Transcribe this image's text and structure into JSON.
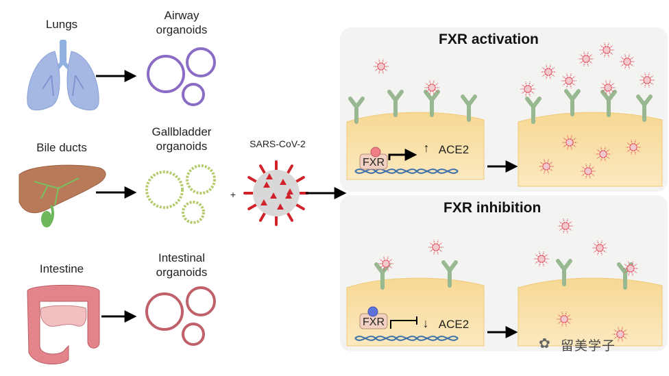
{
  "tissues": [
    {
      "label": "Lungs",
      "organoid_label": "Airway\norganoids",
      "color": "#8a6cc4"
    },
    {
      "label": "Bile ducts",
      "organoid_label": "Gallbladder\norganoids",
      "color": "#b3cb6a"
    },
    {
      "label": "Intestine",
      "organoid_label": "Intestinal\norganoids",
      "color": "#c0606a"
    }
  ],
  "virus": {
    "label": "SARS-CoV-2",
    "plus": "+"
  },
  "panels": {
    "activation": {
      "title": "FXR activation",
      "receptor": "FXR",
      "gene": "ACE2",
      "arrow_symbol": "↑"
    },
    "inhibition": {
      "title": "FXR inhibition",
      "receptor": "FXR",
      "gene": "ACE2",
      "arrow_symbol": "↓"
    }
  },
  "watermark": {
    "icon": "wechat-icon",
    "text": "留美学子"
  }
}
